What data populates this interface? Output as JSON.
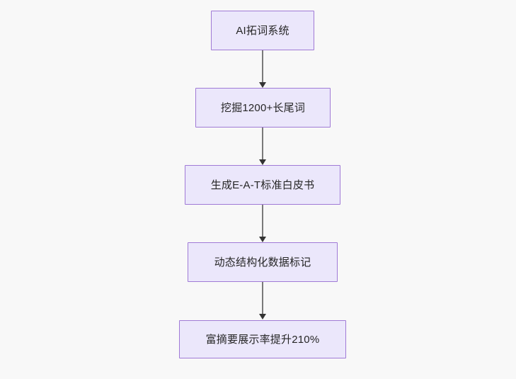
{
  "diagram": {
    "type": "flowchart",
    "direction": "top-to-bottom",
    "background_color": "#f8f8f8",
    "node_fill_color": "#ebe7fb",
    "node_border_color": "#a07ad6",
    "node_text_color": "#262626",
    "edge_color": "#7a7a7a",
    "arrowhead_color": "#333333",
    "nodes": [
      {
        "id": "n1",
        "label": "AI拓词系统"
      },
      {
        "id": "n2",
        "label": "挖掘1200+长尾词"
      },
      {
        "id": "n3",
        "label": "生成E-A-T标准白皮书"
      },
      {
        "id": "n4",
        "label": "动态结构化数据标记"
      },
      {
        "id": "n5",
        "label": "富摘要展示率提升210%"
      }
    ],
    "edges": [
      {
        "from": "n1",
        "to": "n2"
      },
      {
        "from": "n2",
        "to": "n3"
      },
      {
        "from": "n3",
        "to": "n4"
      },
      {
        "from": "n4",
        "to": "n5"
      }
    ]
  }
}
